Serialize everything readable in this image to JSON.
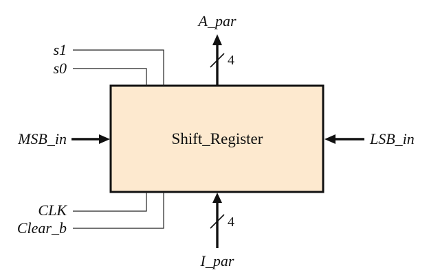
{
  "block": {
    "label": "Shift_Register",
    "fill_color": "#fde9cf",
    "border_color": "#111111"
  },
  "signals": {
    "a_par": "A_par",
    "i_par": "I_par",
    "s1": "s1",
    "s0": "s0",
    "msb_in": "MSB_in",
    "lsb_in": "LSB_in",
    "clk": "CLK",
    "clear_b": "Clear_b"
  },
  "buses": {
    "a_par_width": "4",
    "i_par_width": "4"
  }
}
